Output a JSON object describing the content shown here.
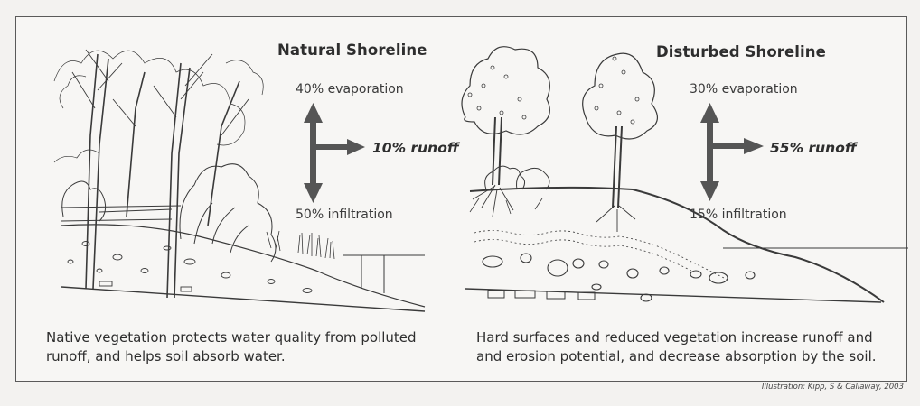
{
  "natural": {
    "title": "Natural Shoreline",
    "evaporation": "40% evaporation",
    "runoff": "10% runoff",
    "infiltration": "50% infiltration",
    "caption_line1": "Native vegetation protects water quality from polluted",
    "caption_line2": "runoff, and helps soil absorb water."
  },
  "disturbed": {
    "title": "Disturbed Shoreline",
    "evaporation": "30% evaporation",
    "runoff": "55% runoff",
    "infiltration": "15% infiltration",
    "caption_line1": "Hard surfaces and reduced vegetation increase runoff and",
    "caption_line2": "and erosion potential, and decrease absorption by the soil."
  },
  "credit": "Illustration: Kipp, S & Callaway, 2003",
  "colors": {
    "ink": "#2e2e2e",
    "arrow": "#555555",
    "background": "#f7f6f4"
  }
}
